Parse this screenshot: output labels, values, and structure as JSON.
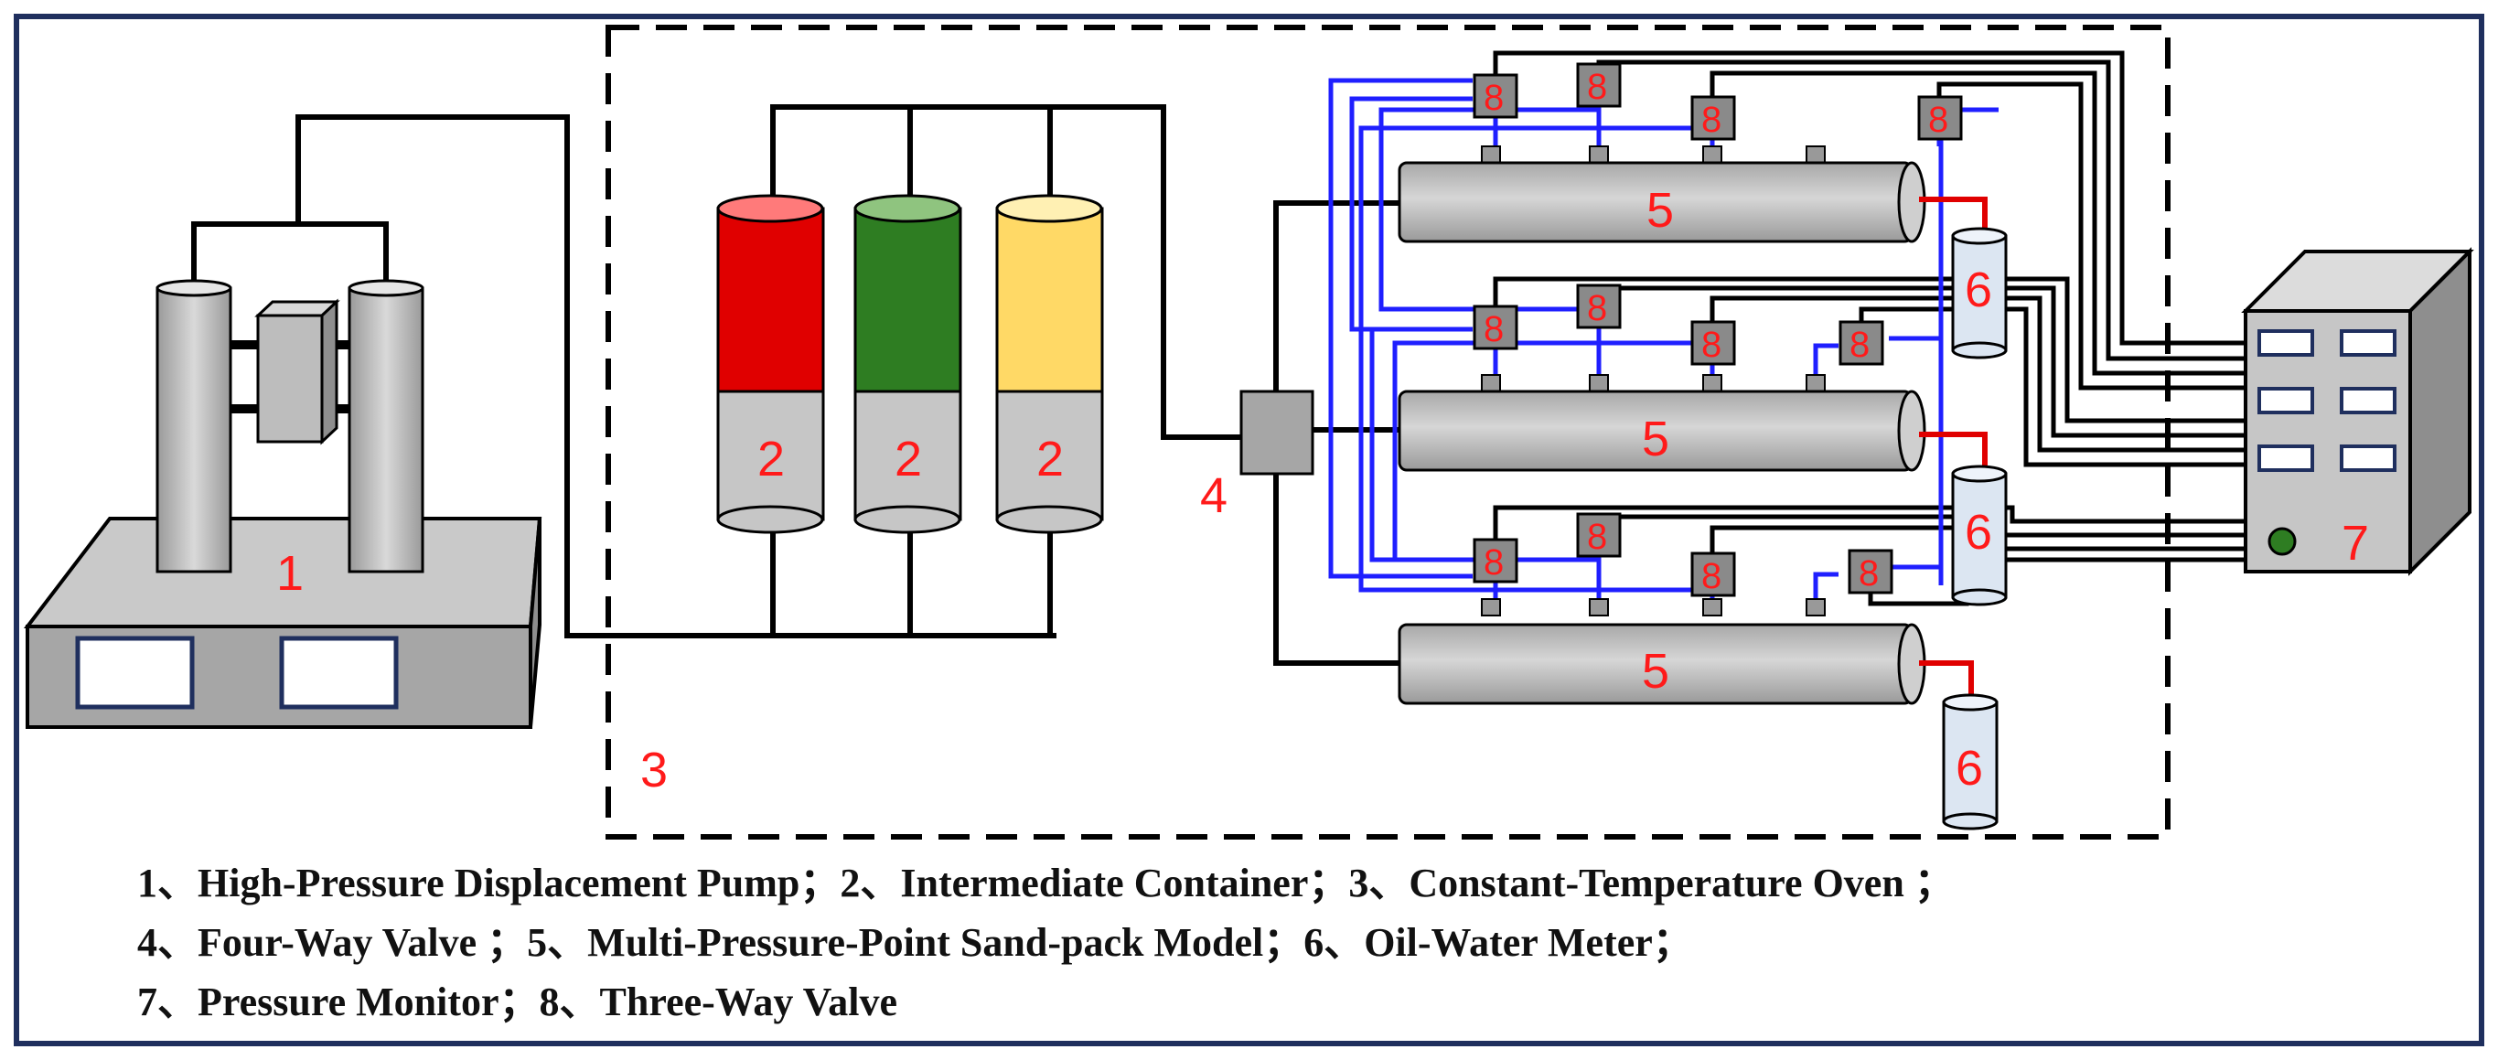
{
  "labels": {
    "pump": "1",
    "container": "2",
    "oven": "3",
    "valve4": "4",
    "sandpack": "5",
    "meter": "6",
    "monitor": "7",
    "valve3": "8"
  },
  "legend": {
    "line1": "1、High-Pressure Displacement Pump；2、Intermediate Container；3、Constant-Temperature Oven ；",
    "line2": "4、Four-Way Valve ；5、Multi-Pressure-Point Sand-pack Model；6、Oil-Water Meter；",
    "line3": "7、Pressure Monitor；8、Three-Way Valve"
  },
  "colors": {
    "container_tops": [
      "#e00000",
      "#2e7d22",
      "#ffd966"
    ],
    "blue_line": "#1f1fff",
    "red_line": "#e00000",
    "number_color": "#ff1a1a",
    "frame": "#1f2f5e"
  }
}
